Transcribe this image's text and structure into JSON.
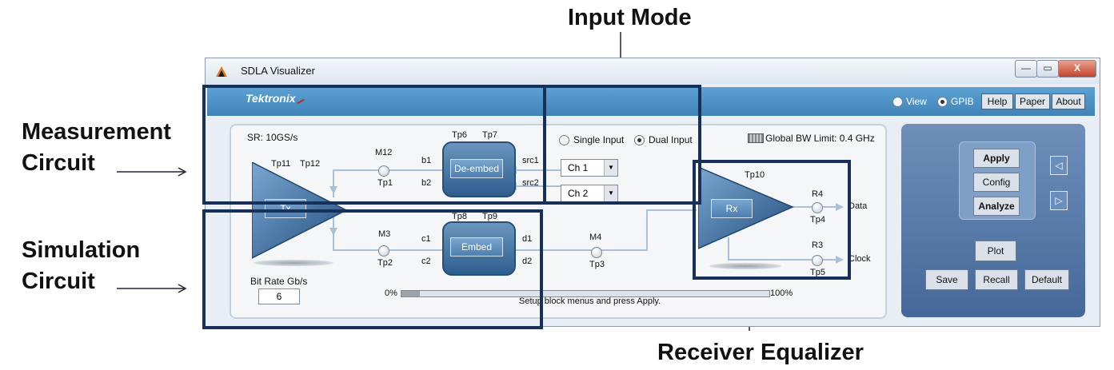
{
  "callouts": {
    "input_mode": "Input Mode",
    "measurement_circuit": [
      "Measurement",
      "Circuit"
    ],
    "simulation_circuit": [
      "Simulation",
      "Circuit"
    ],
    "receiver_equalizer": "Receiver Equalizer"
  },
  "window": {
    "title": "SDLA Visualizer",
    "controls": [
      "—",
      "▭",
      "X"
    ]
  },
  "banner": {
    "brand": "Tektronix",
    "mode_options": [
      {
        "label": "View",
        "selected": false
      },
      {
        "label": "GPIB",
        "selected": true
      }
    ],
    "buttons": [
      "Help",
      "Paper",
      "About"
    ]
  },
  "circuit": {
    "sample_rate": "SR: 10GS/s",
    "tx": {
      "label": "Tx",
      "tp_left": "Tp11",
      "tp_right": "Tp12"
    },
    "m12": {
      "label": "M12",
      "tp": "Tp1"
    },
    "m3": {
      "label": "M3",
      "tp": "Tp2"
    },
    "m4": {
      "label": "M4",
      "tp": "Tp3"
    },
    "deembed": {
      "label": "De-embed",
      "tp_left": "Tp6",
      "tp_right": "Tp7",
      "port_b1": "b1",
      "port_b2": "b2",
      "port_src1": "src1",
      "port_src2": "src2"
    },
    "embed": {
      "label": "Embed",
      "tp_left": "Tp8",
      "tp_right": "Tp9",
      "port_c1": "c1",
      "port_c2": "c2",
      "port_d1": "d1",
      "port_d2": "d2"
    },
    "input_mode": {
      "options": [
        {
          "label": "Single Input",
          "selected": false
        },
        {
          "label": "Dual Input",
          "selected": true
        }
      ],
      "ch_a": "Ch 1",
      "ch_b": "Ch 2"
    },
    "global_bw": "Global BW Limit: 0.4 GHz",
    "rx": {
      "label": "Rx",
      "tp": "Tp10"
    },
    "r4": {
      "label": "R4",
      "tp": "Tp4",
      "out": "Data"
    },
    "r3": {
      "label": "R3",
      "tp": "Tp5",
      "out": "Clock"
    },
    "bit_rate": {
      "label": "Bit Rate Gb/s",
      "value": "6"
    },
    "progress": {
      "start": "0%",
      "end": "100%",
      "value": 0.05,
      "status": "Setup block menus and press Apply."
    }
  },
  "right_panel": {
    "buttons": {
      "apply": "Apply",
      "config": "Config",
      "analyze": "Analyze",
      "plot": "Plot",
      "save": "Save",
      "recall": "Recall",
      "default": "Default"
    },
    "arrows": [
      "◁",
      "▷"
    ]
  },
  "colors": {
    "banner": "#4a8fc4",
    "outline": "#16305a",
    "panel": "#557aa9"
  }
}
